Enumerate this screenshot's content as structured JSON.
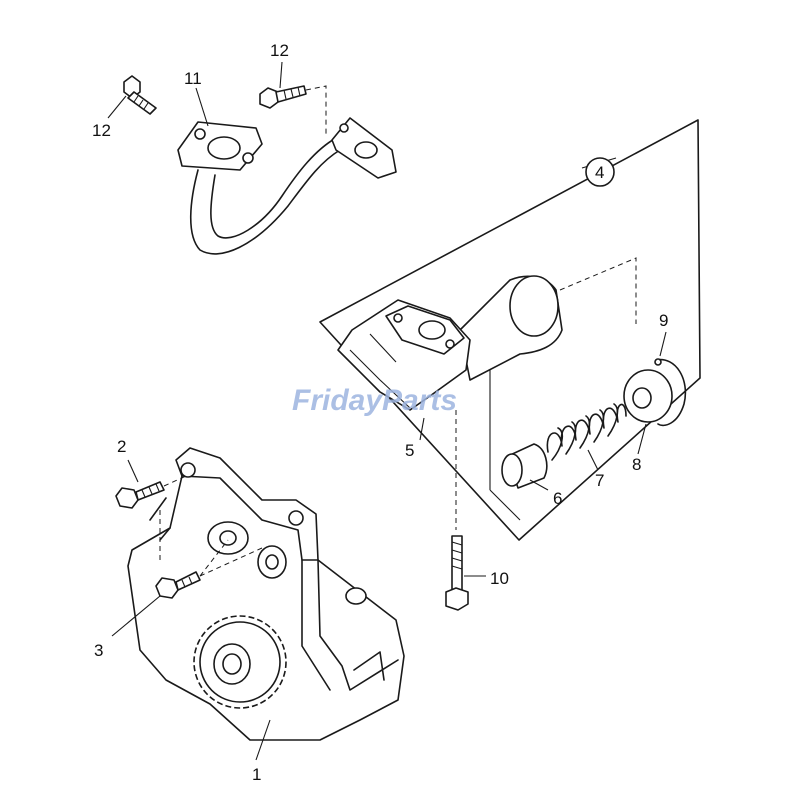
{
  "callouts": {
    "c1": "1",
    "c2": "2",
    "c3": "3",
    "c4": "4",
    "c5": "5",
    "c6": "6",
    "c7": "7",
    "c8": "8",
    "c9": "9",
    "c10": "10",
    "c11": "11",
    "c12a": "12",
    "c12b": "12"
  },
  "watermark": "FridayParts",
  "colors": {
    "line": "#1a1a1a",
    "watermark": "#9db4e0",
    "background": "#ffffff"
  }
}
